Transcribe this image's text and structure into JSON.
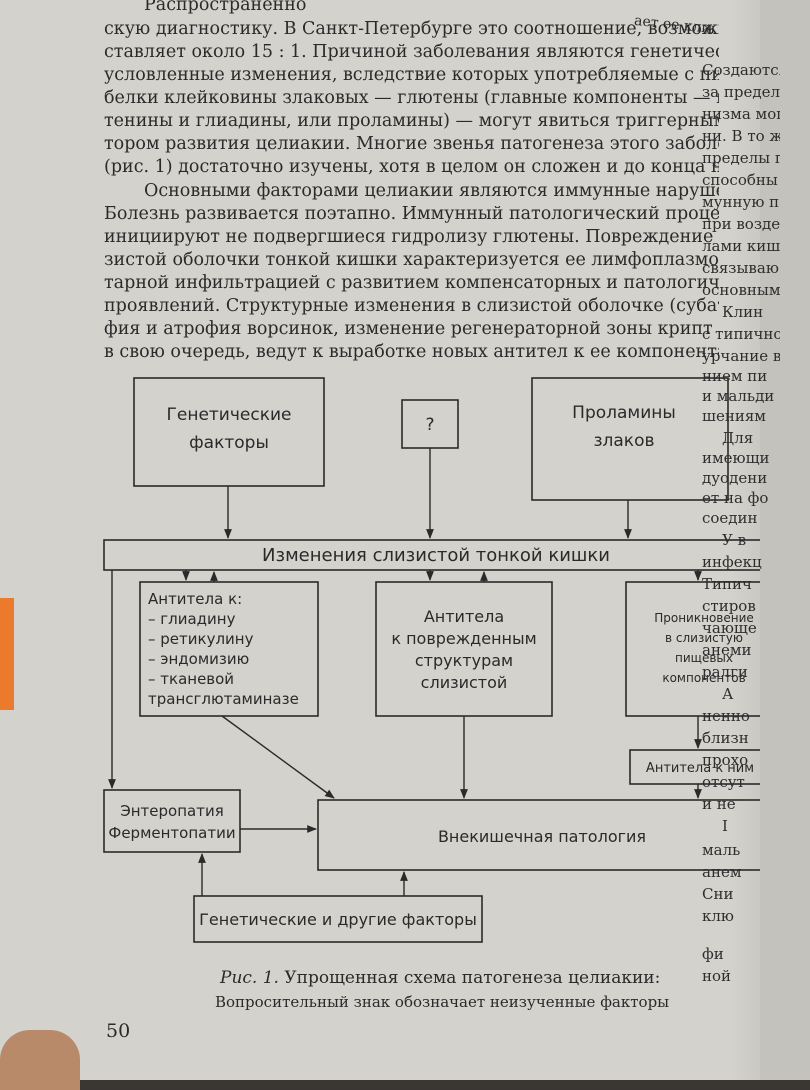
{
  "page": {
    "number": "50",
    "body_lines": [
      "Распространенно",
      "скую диагностику. В Санкт-Петербурге это соотношение, возможно",
      "ставляет около 15 : 1. Причиной заболевания являются генетически",
      "условленные изменения, вследствие которых употребляемые с пищей",
      "белки клейковины злаковых — глютены (главные компоненты — гли",
      "тенины и глиадины, или проламины) — могут явиться триггерным",
      "тором развития целиакии. Многие звенья патогенеза этого заболевания",
      "(рис. 1) достаточно изучены, хотя в целом он сложен и до конца не я",
      "Основными факторами целиакии являются иммунные нарушения",
      "Болезнь развивается поэтапно. Иммунный патологический процесс",
      "инициируют не подвергшиеся гидролизу глютены. Повреждение с",
      "зистой оболочки тонкой кишки характеризуется ее лимфоплазмо",
      "тарной инфильтрацией с развитием компенсаторных и патологических",
      "проявлений. Структурные изменения в слизистой оболочке (субатро",
      "фия и атрофия ворсинок, изменение регенераторной зоны крипт",
      "в свою очередь, ведут к выработке новых антител к ее компонентам"
    ],
    "top_right_fragment": "ает ее клин",
    "right_column_lines": [
      "Создаются у",
      "за пределы с",
      "низма могут",
      "ни. В то же",
      "пределы пи",
      "способны в",
      "мунную пат",
      "при воздей",
      "лами кише",
      "связываю",
      "основным",
      "Клин",
      "с типично",
      "урчание в",
      "нием пи",
      "и мальди",
      "шениям",
      "Для",
      "имеющи",
      "дуодени",
      "ет на фо",
      "соедин",
      "У в",
      "инфекц",
      "Типич",
      "стиров",
      "чающе",
      "анеми",
      "ралги",
      "А",
      "ненно",
      "близн",
      "прохо",
      "отсут",
      "и не",
      "I",
      "маль",
      "анем",
      "Сни",
      "клю",
      "фи",
      "ной"
    ]
  },
  "diagram": {
    "box_genetic": [
      "Генетические",
      "факторы"
    ],
    "box_question": "?",
    "box_prolamins": [
      "Проламины",
      "злаков"
    ],
    "mucosa_bar": "Изменения слизистой тонкой кишки",
    "box_antibodies": [
      "Антитела к:",
      "– глиадину",
      "– ретикулину",
      "– эндомизию",
      "– тканевой",
      "трансглютаминазе"
    ],
    "box_damaged": [
      "Антитела",
      "к поврежденным",
      "структурам",
      "слизистой"
    ],
    "box_penetration": [
      "Проникновение",
      "в слизистую",
      "пищевых",
      "компонентов"
    ],
    "box_antibodies_to_them": "Антитела к ним",
    "box_enteropathy": [
      "Энтеропатия",
      "Ферментопатии"
    ],
    "box_extraintestinal": "Внекишечная патология",
    "box_genetic_other": "Генетические и другие факторы"
  },
  "caption": {
    "fig_label": "Рис. 1.",
    "title": "Упрощенная схема патогенеза целиакии:",
    "note": "Вопросительный знак обозначает неизученные факторы"
  }
}
